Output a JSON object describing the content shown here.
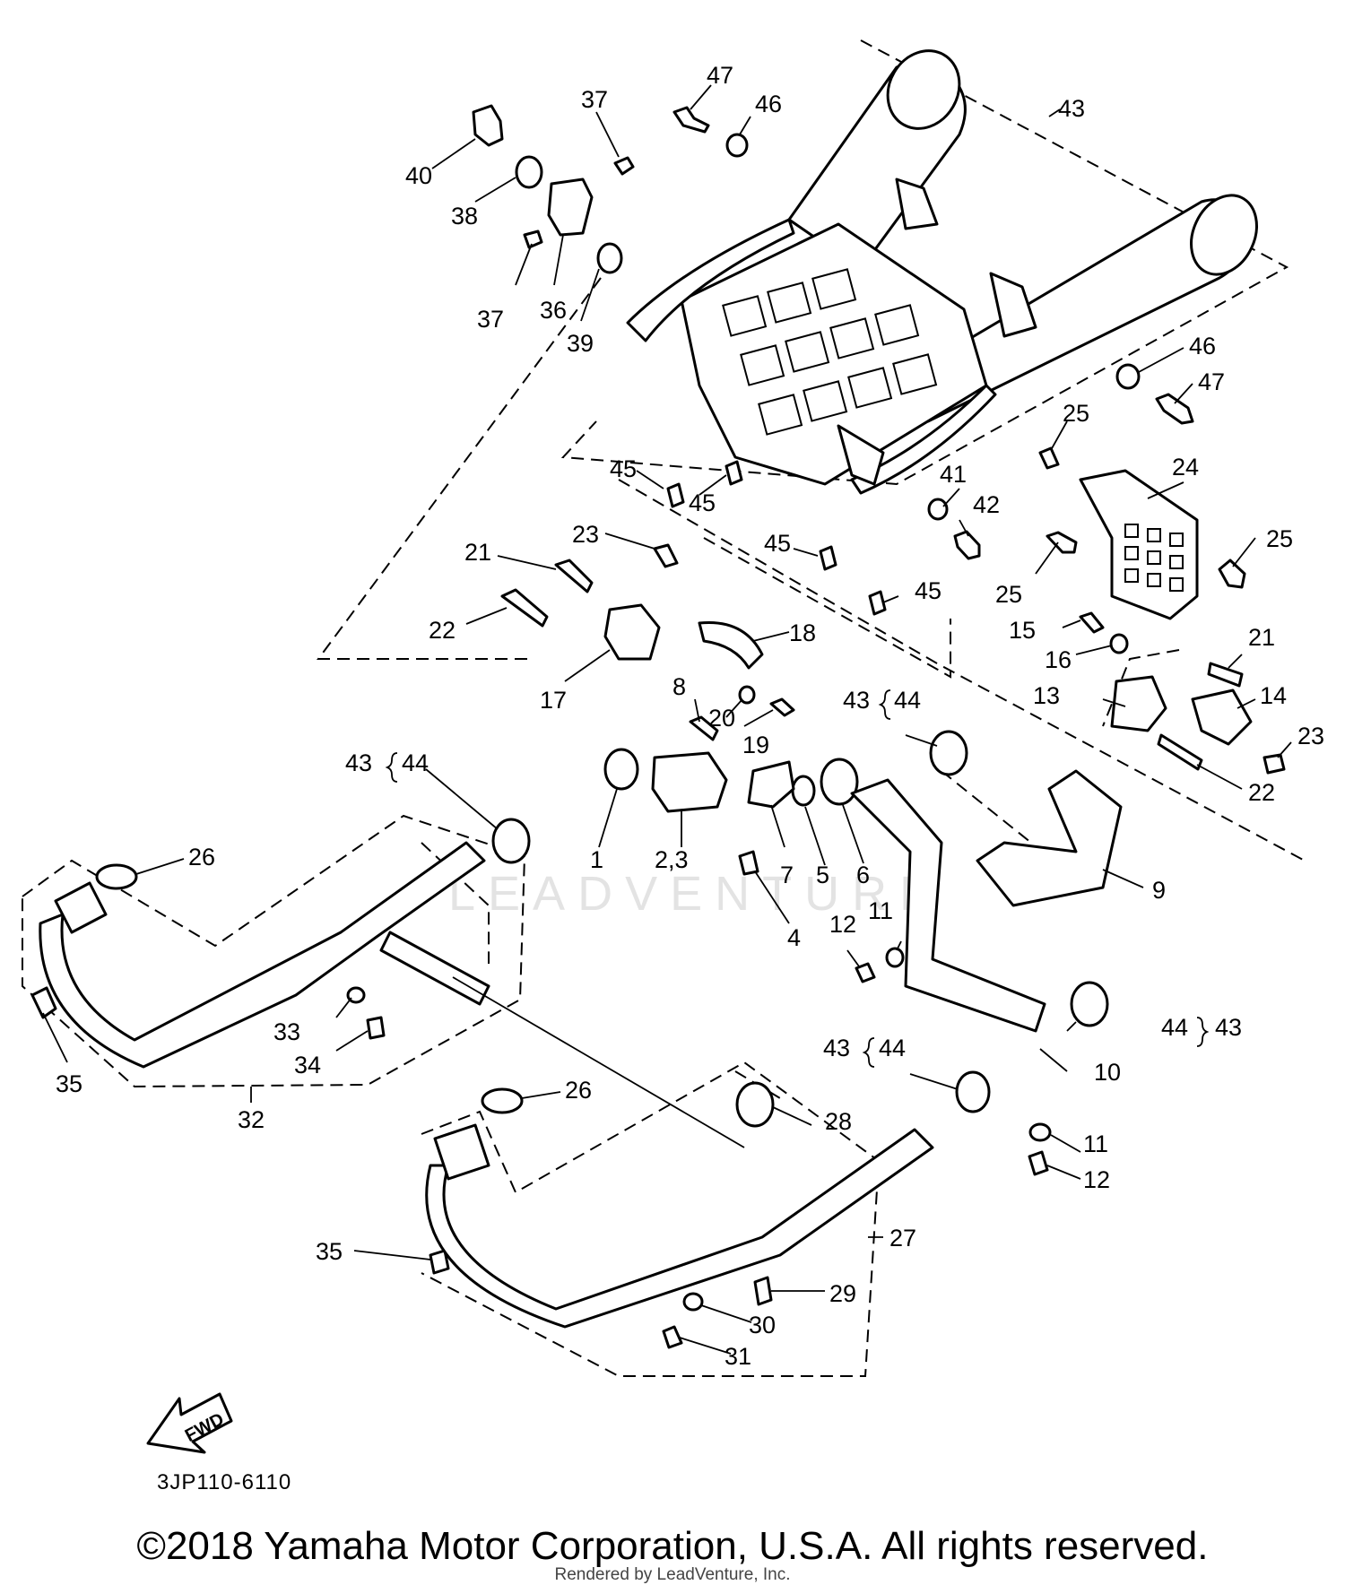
{
  "diagram": {
    "diagram_code": "3JP110-6110",
    "watermark": "LEADVENTURE",
    "fwd_label": "FWD",
    "copyright": "©2018 Yamaha Motor Corporation, U.S.A. All rights reserved.",
    "rendered_by": "Rendered by LeadVenture, Inc.",
    "callouts": {
      "c1": "1",
      "c2_3": "2,3",
      "c4": "4",
      "c5": "5",
      "c6": "6",
      "c7": "7",
      "c8": "8",
      "c9": "9",
      "c10": "10",
      "c11a": "11",
      "c11b": "11",
      "c12a": "12",
      "c12b": "12",
      "c13": "13",
      "c14": "14",
      "c15": "15",
      "c16": "16",
      "c17": "17",
      "c18": "18",
      "c19": "19",
      "c20": "20",
      "c21a": "21",
      "c21b": "21",
      "c22a": "22",
      "c22b": "22",
      "c23a": "23",
      "c23b": "23",
      "c24": "24",
      "c25a": "25",
      "c25b": "25",
      "c25c": "25",
      "c26a": "26",
      "c26b": "26",
      "c27": "27",
      "c28": "28",
      "c29": "29",
      "c30": "30",
      "c31": "31",
      "c32": "32",
      "c33": "33",
      "c34": "34",
      "c35a": "35",
      "c35b": "35",
      "c36": "36",
      "c37a": "37",
      "c37b": "37",
      "c38": "38",
      "c39": "39",
      "c40": "40",
      "c41": "41",
      "c42": "42",
      "c43top": "43",
      "c43a": "43",
      "c44a": "44",
      "c43b": "43",
      "c44b": "44",
      "c43c": "43",
      "c44c": "44",
      "c44d": "44",
      "c43d": "43",
      "c45a": "45",
      "c45b": "45",
      "c45c": "45",
      "c45d": "45",
      "c46a": "46",
      "c46b": "46",
      "c47a": "47",
      "c47b": "47"
    }
  }
}
